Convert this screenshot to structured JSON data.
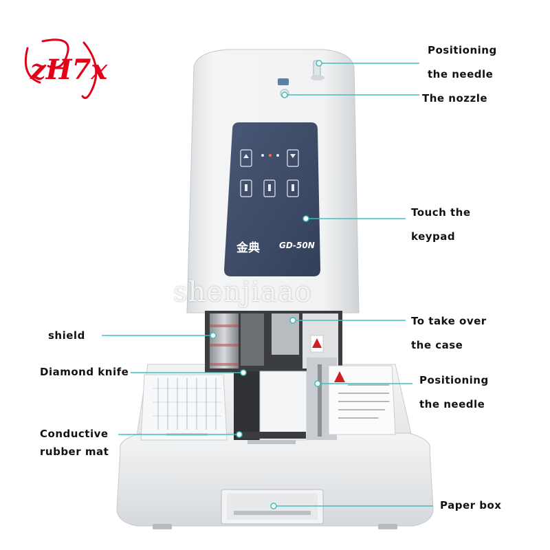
{
  "logo": {
    "text": "zH7x",
    "color": "#e2001a"
  },
  "watermark": "shenjiaao",
  "machine": {
    "brand_text": "金典",
    "model_text": "GD-50N",
    "panel_color": "#3f4d6b",
    "body_color": "#eef0f2"
  },
  "callouts": [
    {
      "id": "positioning-needle-top",
      "lines": [
        "Positioning",
        "the needle"
      ]
    },
    {
      "id": "nozzle",
      "lines": [
        "The nozzle"
      ]
    },
    {
      "id": "touch-keypad",
      "lines": [
        "Touch the",
        "keypad"
      ]
    },
    {
      "id": "take-over-case",
      "lines": [
        "To take over",
        "the case"
      ]
    },
    {
      "id": "positioning-needle-bottom",
      "lines": [
        "Positioning",
        "the needle"
      ]
    },
    {
      "id": "paper-box",
      "lines": [
        "Paper box"
      ]
    },
    {
      "id": "shield",
      "lines": [
        "shield"
      ]
    },
    {
      "id": "diamond-knife",
      "lines": [
        "Diamond knife"
      ]
    },
    {
      "id": "conductive-rubber-mat",
      "lines": [
        "Conductive",
        "rubber mat"
      ]
    }
  ],
  "accent_color": "#3fbfbf"
}
